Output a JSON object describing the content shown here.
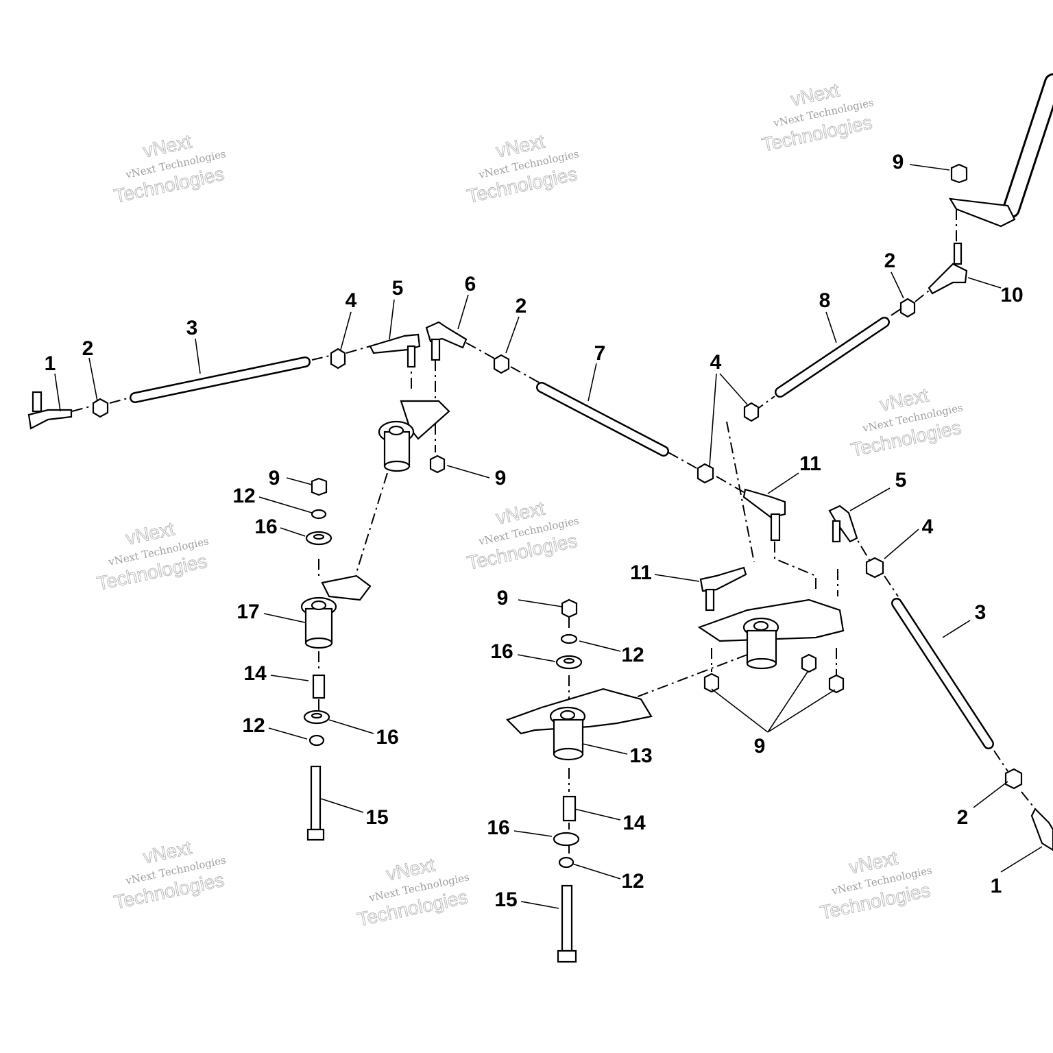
{
  "watermark": {
    "line": "vNext Technologies",
    "big_top": "vNext",
    "big_bottom": "Technologies"
  },
  "callouts": [
    "1",
    "2",
    "3",
    "4",
    "5",
    "6",
    "2",
    "7",
    "8",
    "4",
    "9",
    "2",
    "10",
    "9",
    "9",
    "12",
    "16",
    "11",
    "5",
    "4",
    "17",
    "11",
    "9",
    "12",
    "16",
    "3",
    "14",
    "9",
    "12",
    "16",
    "13",
    "15",
    "14",
    "2",
    "16",
    "12",
    "1",
    "15"
  ]
}
